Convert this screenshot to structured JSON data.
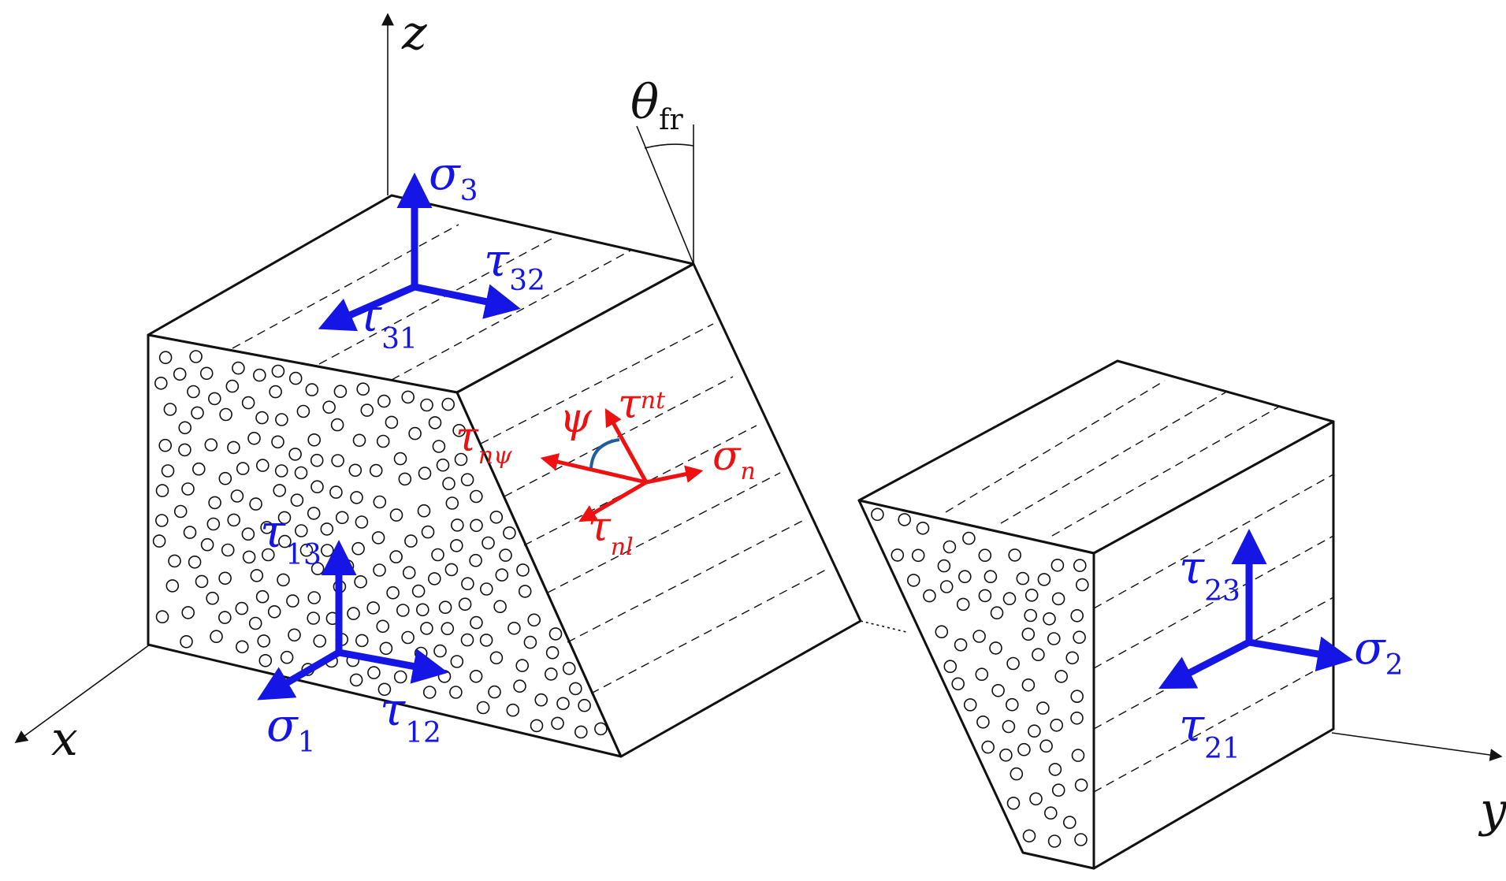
{
  "axes": {
    "x": "x",
    "y": "y",
    "z": "z"
  },
  "angle_label": {
    "main": "θ",
    "sub": "fr"
  },
  "blue_labels": {
    "sigma3": {
      "main": "σ",
      "sub": "3"
    },
    "tau32": {
      "main": "τ",
      "sub": "32"
    },
    "tau31": {
      "main": "τ",
      "sub": "31"
    },
    "tau13": {
      "main": "τ",
      "sub": "13"
    },
    "sigma1": {
      "main": "σ",
      "sub": "1"
    },
    "tau12": {
      "main": "τ",
      "sub": "12"
    },
    "tau23": {
      "main": "τ",
      "sub": "23"
    },
    "sigma2": {
      "main": "σ",
      "sub": "2"
    },
    "tau21": {
      "main": "τ",
      "sub": "21"
    }
  },
  "red_labels": {
    "tau_nt": {
      "main": "τ",
      "sub": "nt"
    },
    "tau_npsi": {
      "main": "τ",
      "sub": "nψ"
    },
    "sigma_n": {
      "main": "σ",
      "sub": "n"
    },
    "tau_nl": {
      "main": "τ",
      "sub": "nl"
    },
    "psi": "ψ"
  },
  "colors": {
    "global_stress": "#1515e6",
    "fracture_stress": "#ee1111",
    "psi_arc": "#1f5f9f",
    "lines": "#111111"
  }
}
